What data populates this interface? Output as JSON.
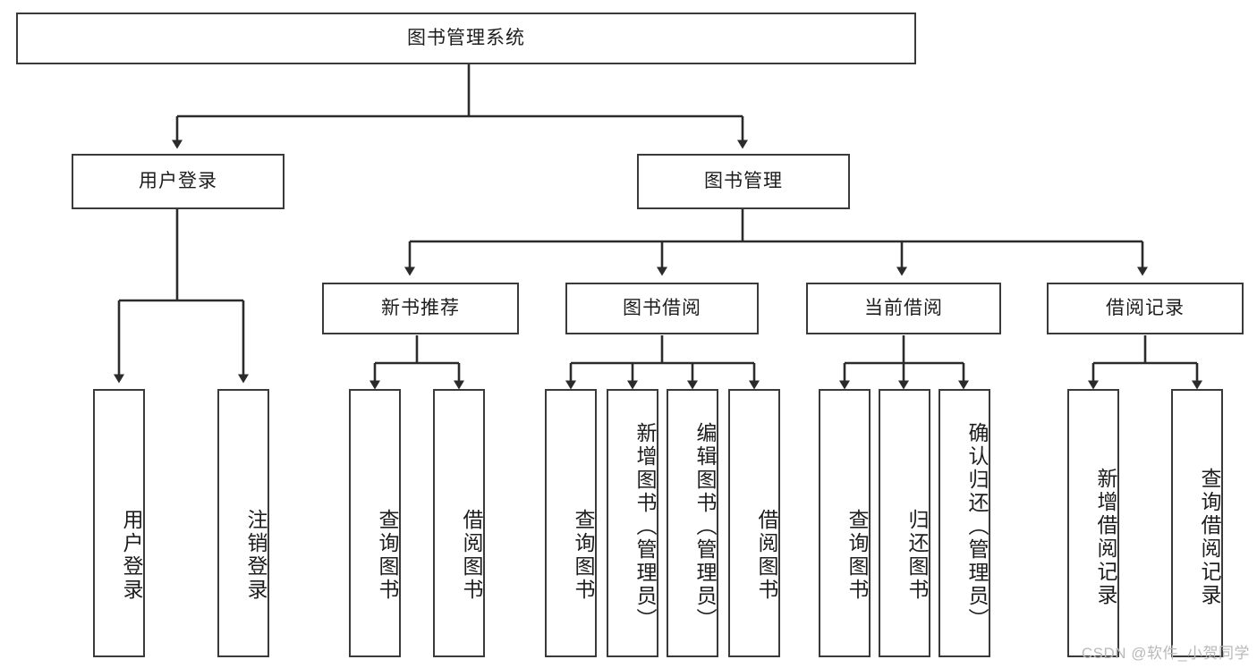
{
  "diagram": {
    "title": "图书管理系统",
    "watermark": "CSDN @软件_小贺同学",
    "colors": {
      "border": "#3a3a3a",
      "text": "#1d1d1d",
      "background": "#ffffff",
      "connector": "#2b2b2b",
      "watermark": "#b9b9b9"
    },
    "root": {
      "label": "图书管理系统"
    },
    "level1": [
      {
        "label": "用户登录"
      },
      {
        "label": "图书管理"
      }
    ],
    "level2": [
      {
        "label": "新书推荐"
      },
      {
        "label": "图书借阅"
      },
      {
        "label": "当前借阅"
      },
      {
        "label": "借阅记录"
      }
    ],
    "leaves": {
      "user_login": [
        {
          "label": "用户登录"
        },
        {
          "label": "注销登录"
        }
      ],
      "new_book_recommend": [
        {
          "label": "查询图书"
        },
        {
          "label": "借阅图书"
        }
      ],
      "book_borrow": [
        {
          "label": "查询图书"
        },
        {
          "label": "新增图书（管理员）"
        },
        {
          "label": "编辑图书（管理员）"
        },
        {
          "label": "借阅图书"
        }
      ],
      "current_borrow": [
        {
          "label": "查询图书"
        },
        {
          "label": "归还图书"
        },
        {
          "label": "确认归还（管理员）"
        }
      ],
      "borrow_record": [
        {
          "label": "新增借阅记录"
        },
        {
          "label": "查询借阅记录"
        }
      ]
    }
  }
}
